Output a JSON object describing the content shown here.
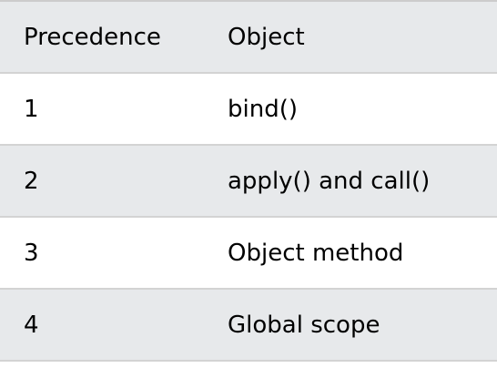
{
  "table": {
    "headers": [
      "Precedence",
      "Object"
    ],
    "rows": [
      [
        "1",
        "bind()"
      ],
      [
        "2",
        "apply() and call()"
      ],
      [
        "3",
        "Object method"
      ],
      [
        "4",
        "Global scope"
      ]
    ]
  },
  "colors": {
    "header_bg": "#e7e9eb",
    "stripe_bg": "#e7e9eb",
    "row_bg": "#ffffff",
    "border": "#d3d3d3",
    "text": "#000000"
  }
}
